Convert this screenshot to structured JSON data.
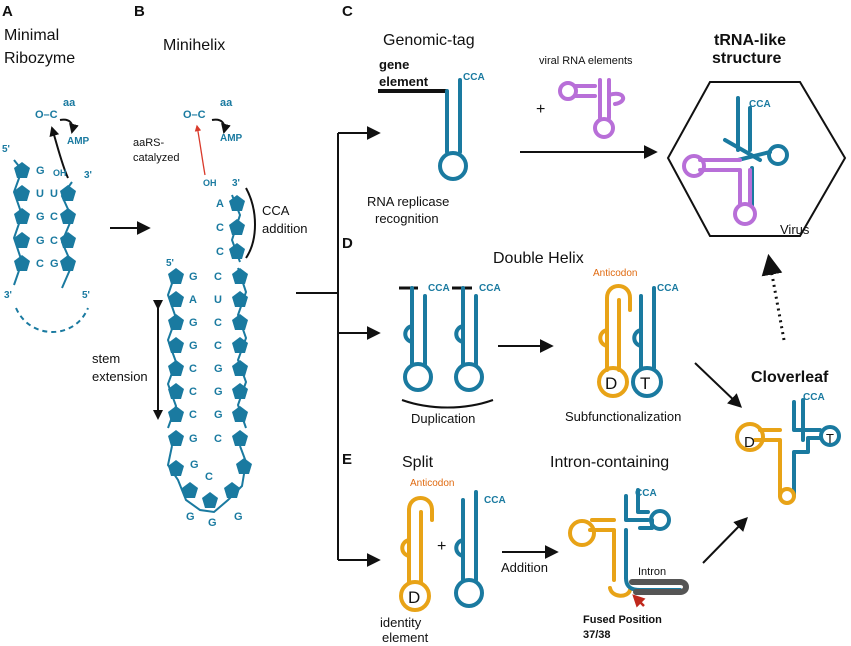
{
  "panels": {
    "A": {
      "letter": "A",
      "title_line1": "Minimal",
      "title_line2": "Ribozyme",
      "group": "O–C",
      "aa": "aa",
      "amp": "AMP",
      "oh": "OH",
      "prime5": "5'",
      "prime3": "3'",
      "prime3b": "3'",
      "prime5b": "5'",
      "bases_left": [
        "G",
        "U",
        "G",
        "G",
        "C"
      ],
      "bases_right": [
        "U",
        "C",
        "C",
        "G"
      ]
    },
    "B": {
      "letter": "B",
      "title": "Minihelix",
      "group": "O–C",
      "aa": "aa",
      "amp": "AMP",
      "catalysis_line1": "aaRS-",
      "catalysis_line2": "catalyzed",
      "oh": "OH",
      "prime3": "3'",
      "prime5": "5'",
      "cca_line1": "CCA",
      "cca_line2": "addition",
      "stem_line1": "stem",
      "stem_line2": "extension",
      "tail": [
        "A",
        "C",
        "C"
      ],
      "bases_left": [
        "G",
        "A",
        "G",
        "G",
        "C",
        "C",
        "C",
        "G"
      ],
      "bases_right": [
        "C",
        "U",
        "C",
        "C",
        "G",
        "G",
        "G",
        "C"
      ],
      "loop": [
        "G",
        "C",
        "G",
        "G",
        "G"
      ]
    },
    "C": {
      "letter": "C",
      "title": "Genomic-tag",
      "gene_line1": "gene",
      "gene_line2": "element",
      "cca": "CCA",
      "replicase_line1": "RNA replicase",
      "replicase_line2": "recognition",
      "viral": "viral RNA elements",
      "plus": "+",
      "trna_like_line1": "tRNA-like",
      "trna_like_line2": "structure",
      "virus_cca": "CCA",
      "virus": "Virus"
    },
    "D": {
      "letter": "D",
      "title": "Double Helix",
      "cca1": "CCA",
      "cca2": "CCA",
      "duplication": "Duplication",
      "anticodon": "Anticodon",
      "cca3": "CCA",
      "d": "D",
      "t": "T",
      "subfunc": "Subfunctionalization"
    },
    "E": {
      "letter": "E",
      "title": "Split",
      "anticodon": "Anticodon",
      "d": "D",
      "identity_line1": "identity",
      "identity_line2": "element",
      "plus": "+",
      "cca": "CCA",
      "addition": "Addition",
      "intron_title": "Intron-containing",
      "cca2": "CCA",
      "intron": "Intron",
      "fused_line1": "Fused Position",
      "fused_line2": "37/38"
    },
    "cloverleaf": {
      "title": "Cloverleaf",
      "cca": "CCA",
      "d": "D",
      "t": "T"
    }
  }
}
